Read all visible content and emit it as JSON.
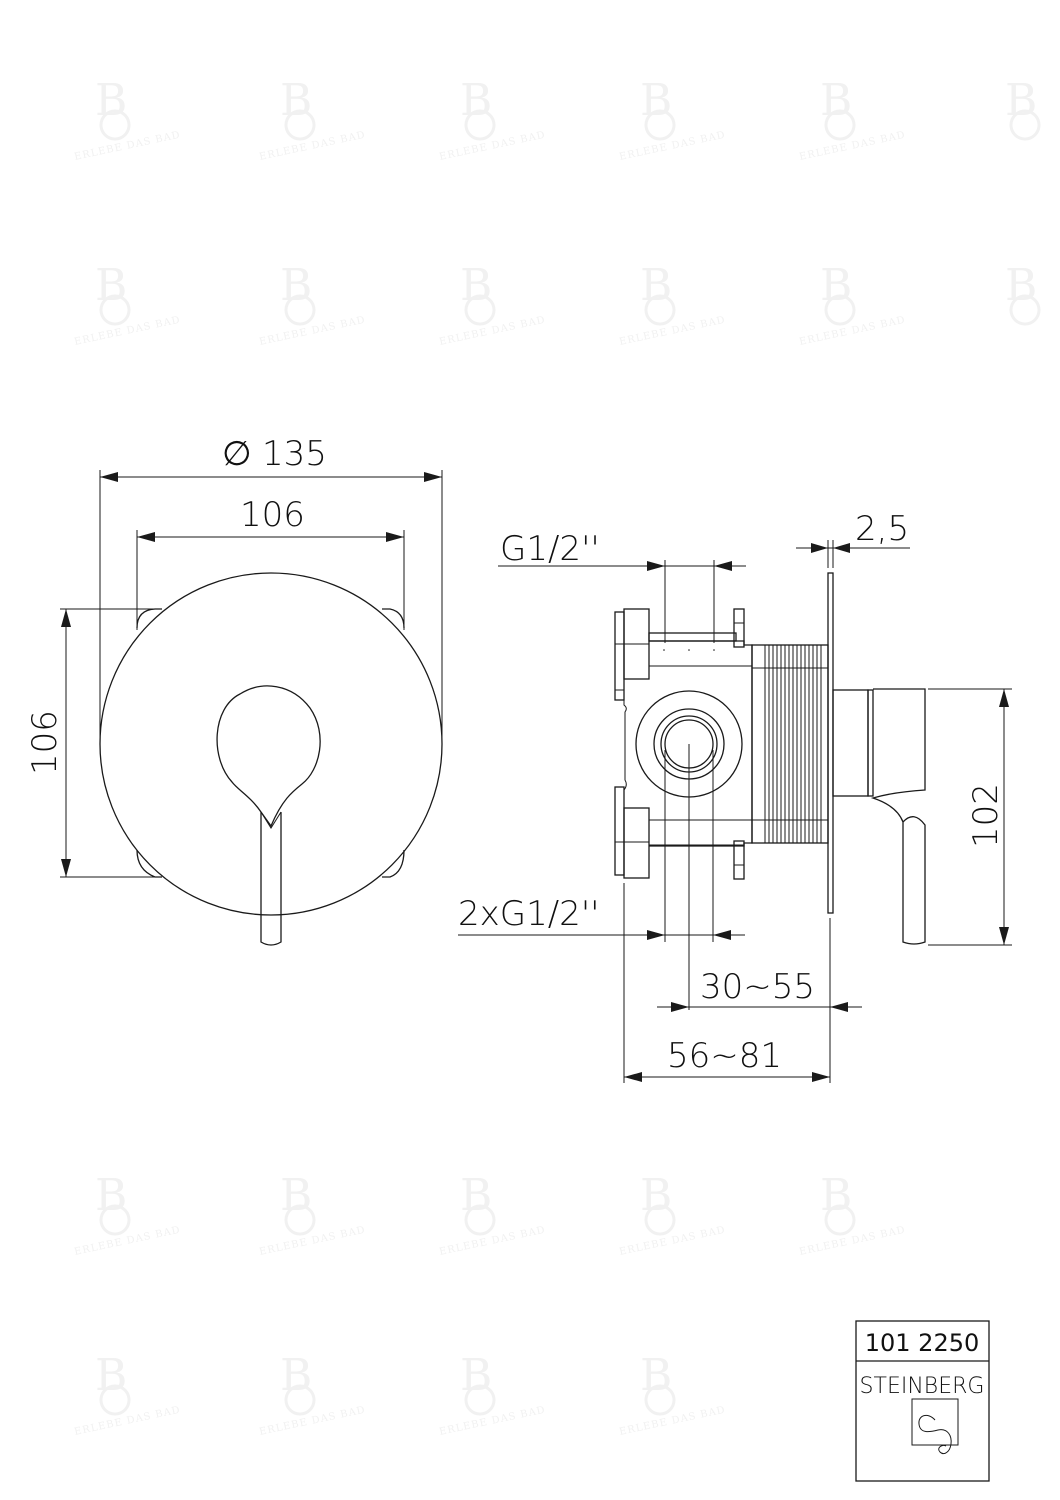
{
  "watermark": {
    "text": "ERLEBE DAS BAD",
    "glyph": "B",
    "color": "#f1f1f1"
  },
  "front_view": {
    "dimensions": {
      "outer_diameter": "∅135",
      "outer_diameter_symbol": "∅",
      "outer_diameter_value": "135",
      "mount_width": "106",
      "mount_height": "106"
    }
  },
  "side_view": {
    "dimensions": {
      "top_connection": "G1/2''",
      "plate_thickness": "2,5",
      "bottom_connections": "2xG1/2''",
      "handle_height": "102",
      "installation_depth_min": "30~55",
      "installation_depth_total": "56~81"
    }
  },
  "title_block": {
    "article_number": "101 2250",
    "brand": "STEINBERG",
    "logo_icon": "steinberg-logo-icon"
  },
  "colors": {
    "line": "#1a1a1a",
    "background": "#ffffff",
    "watermark": "#f1f1f1"
  }
}
